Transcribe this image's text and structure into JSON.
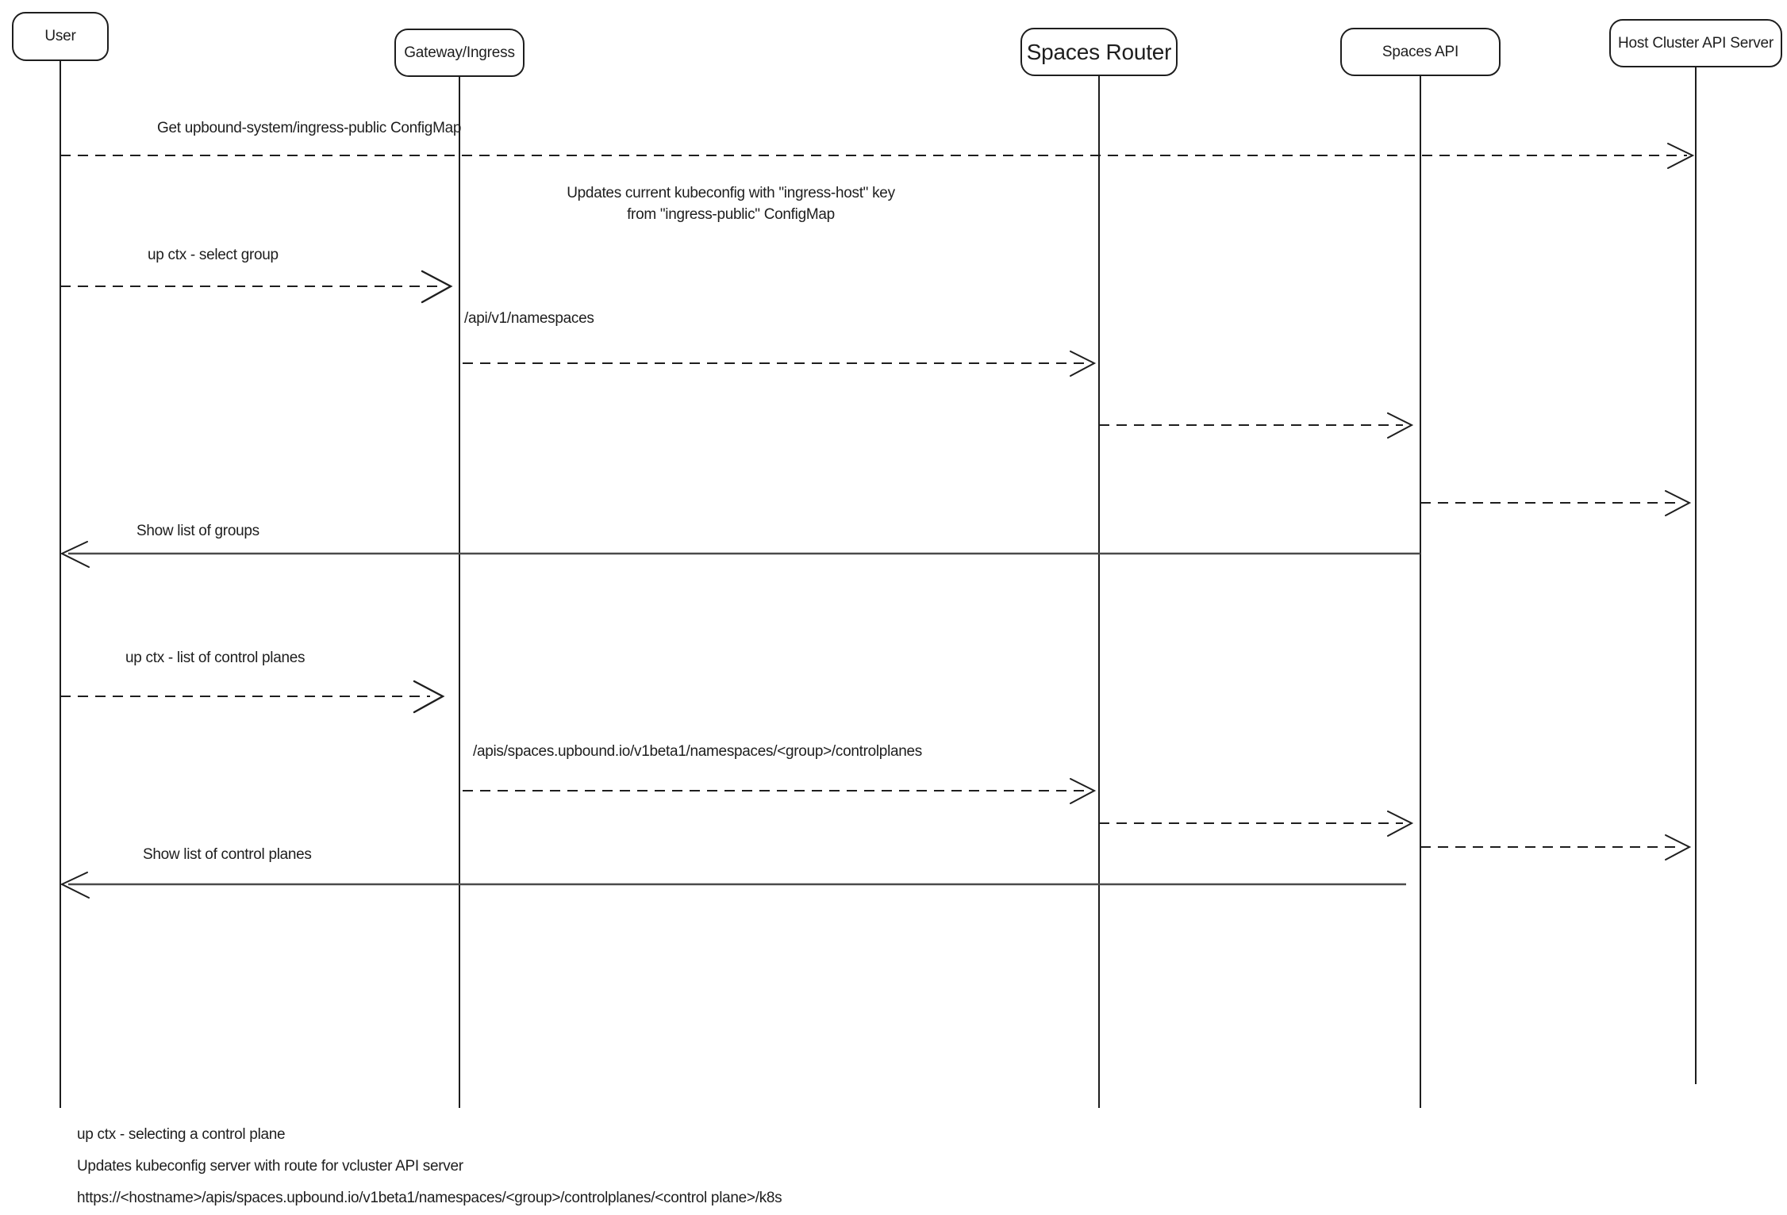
{
  "diagram": {
    "actors": [
      {
        "id": "user",
        "label": "User"
      },
      {
        "id": "gateway-ingress",
        "label": "Gateway/Ingress"
      },
      {
        "id": "spaces-router",
        "label": "Spaces Router"
      },
      {
        "id": "spaces-api",
        "label": "Spaces API"
      },
      {
        "id": "host-cluster-api-server",
        "label": "Host Cluster API Server"
      }
    ],
    "messages": [
      {
        "label": "Get upbound-system/ingress-public ConfigMap",
        "from": "User",
        "to": "Host Cluster API Server",
        "line": "dashed"
      },
      {
        "label": "up ctx - select group",
        "from": "User",
        "to": "Gateway/Ingress",
        "line": "dashed"
      },
      {
        "label": "/api/v1/namespaces",
        "from": "Gateway/Ingress",
        "to": "Spaces Router",
        "line": "dashed"
      },
      {
        "label": "",
        "from": "Spaces Router",
        "to": "Spaces API",
        "line": "dashed"
      },
      {
        "label": "",
        "from": "Spaces API",
        "to": "Host Cluster API Server",
        "line": "dashed"
      },
      {
        "label": "Show list of groups",
        "from": "Spaces API",
        "to": "User",
        "line": "solid"
      },
      {
        "label": "up ctx - list of control planes",
        "from": "User",
        "to": "Gateway/Ingress",
        "line": "dashed"
      },
      {
        "label": "/apis/spaces.upbound.io/v1beta1/namespaces/<group>/controlplanes",
        "from": "Gateway/Ingress",
        "to": "Spaces Router",
        "line": "dashed"
      },
      {
        "label": "",
        "from": "Spaces Router",
        "to": "Spaces API",
        "line": "dashed"
      },
      {
        "label": "",
        "from": "Spaces API",
        "to": "Host Cluster API Server",
        "line": "dashed"
      },
      {
        "label": "Show list of control planes",
        "from": "Spaces API",
        "to": "User",
        "line": "solid"
      }
    ],
    "note": {
      "lines": [
        "Updates current kubeconfig with \"ingress-host\" key",
        "from \"ingress-public\" ConfigMap"
      ]
    },
    "footnotes": [
      "up ctx - selecting a control plane",
      "Updates kubeconfig server with route for vcluster API server",
      "https://<hostname>/apis/spaces.upbound.io/v1beta1/namespaces/<group>/controlplanes/<control plane>/k8s"
    ],
    "colors": {
      "stroke": "#1e1e1e",
      "return_arrow": "#4a4a4a",
      "background": "#ffffff"
    }
  }
}
